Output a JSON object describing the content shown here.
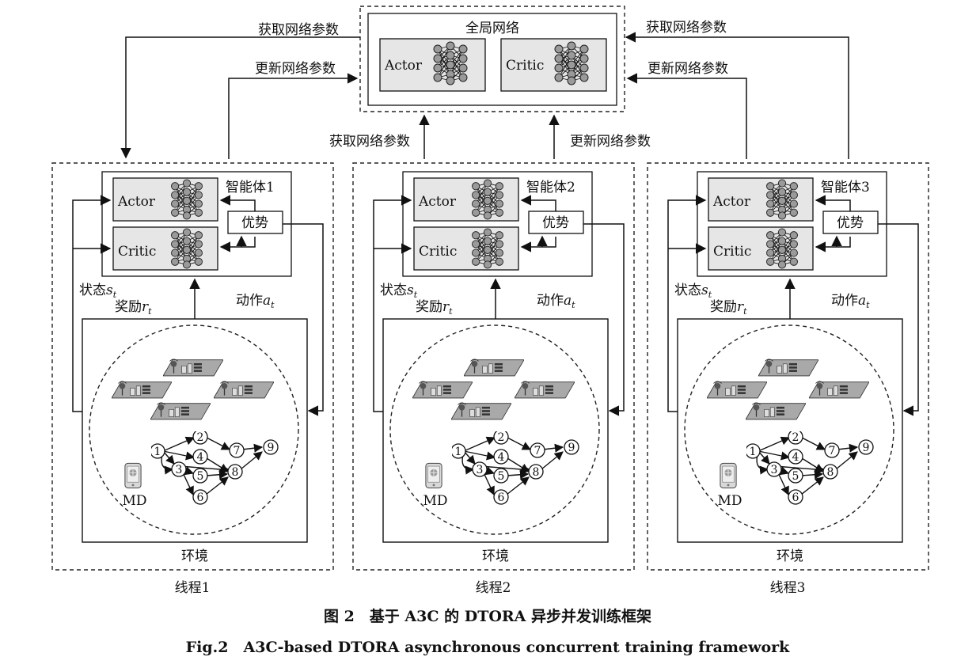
{
  "global": {
    "title": "全局网络",
    "actor": "Actor",
    "critic": "Critic"
  },
  "edges": {
    "fetch_params": "获取网络参数",
    "update_params": "更新网络参数"
  },
  "threads": [
    {
      "agent": "智能体1",
      "thread": "线程1"
    },
    {
      "agent": "智能体2",
      "thread": "线程2"
    },
    {
      "agent": "智能体3",
      "thread": "线程3"
    }
  ],
  "agent_box": {
    "actor": "Actor",
    "critic": "Critic",
    "advantage": "优势"
  },
  "signals": {
    "state": "状态",
    "state_sym": "s",
    "state_sub": "t",
    "reward": "奖励",
    "reward_sym": "r",
    "reward_sub": "t",
    "action": "动作",
    "action_sym": "a",
    "action_sub": "t"
  },
  "environment": {
    "label": "环境",
    "device": "MD",
    "task_nodes": [
      "1",
      "2",
      "3",
      "4",
      "5",
      "6",
      "7",
      "8",
      "9"
    ]
  },
  "caption": {
    "cn": "图 2　基于 A3C 的 DTORA 异步并发训练框架",
    "en": "Fig.2　A3C-based DTORA asynchronous concurrent training framework"
  },
  "icons": [
    "neural-network-icon",
    "edge-server-icon",
    "mobile-device-icon"
  ]
}
